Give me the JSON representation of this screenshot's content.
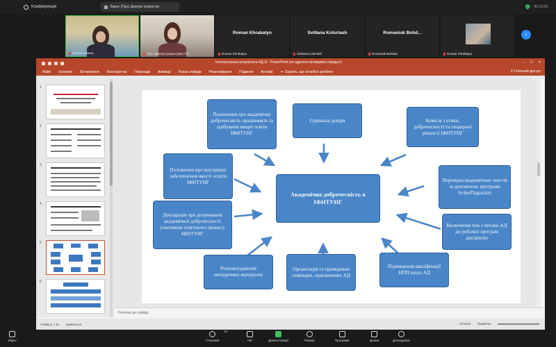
{
  "zoom": {
    "app_title": "Конференція",
    "tab_title": "Экран (Прус Дмитро (користув",
    "status_time": "00:13:29",
    "participants": [
      {
        "name": "Кузина Ксанна",
        "type": "video"
      },
      {
        "name": "Прус Дмитро (користувач ІІТ)",
        "type": "video"
      },
      {
        "name": "Roman Khrabatyn",
        "label": "Roman Khrabatyn",
        "type": "name"
      },
      {
        "name": "Svitlana Kotsrlash",
        "label": "Svitlana Koturlash",
        "type": "name"
      },
      {
        "name": "Romaniuk Bohdan",
        "label": "Romaniuk Bohd...",
        "type": "name"
      },
      {
        "name": "Roman Khrabatyn",
        "type": "photo"
      }
    ],
    "toolbar": {
      "video": "Відео",
      "participants": "Учасники",
      "participants_count": "13",
      "chat": "Чат",
      "share": "Демонстрація",
      "reactions": "Реакції",
      "apps": "Програми",
      "whiteboards": "Дошки",
      "more": "Докладніше"
    }
  },
  "powerpoint": {
    "doc_title": "Інтелектуальні результати АД 2) - PowerPoint (не вдалося активувати продукт)",
    "menu": [
      "Файл",
      "Основне",
      "Вставлення",
      "Конструктор",
      "Переходи",
      "Анімації",
      "Показ слайдів",
      "Рецензування",
      "Подання",
      "Acrobat"
    ],
    "search_placeholder": "Скажіть, що потрібно зробити",
    "share_label": "Спільний доступ",
    "notes_placeholder": "Нотатки до слайда",
    "status_left": "Слайд 5 з 15",
    "status_lang": "українська",
    "status_notes": "Нотатки",
    "status_comments": "Примітки",
    "thumbnails": [
      {
        "num": "1"
      },
      {
        "num": "2"
      },
      {
        "num": "3"
      },
      {
        "num": "4"
      },
      {
        "num": "5",
        "active": true
      },
      {
        "num": "6"
      }
    ]
  },
  "slide": {
    "center": "Академічна доброчесність в ІФНТУНГ",
    "boxes": {
      "polozhennia_akadem": "Положення про академічну доброчесність працівників та здобувачів вищої освіти ІФНТУНГ",
      "skrynka": "Скринька довіри",
      "komisiia": "Комісія з етики, доброчесності та гендерної рівності ІФНТУНГ",
      "polozhennia_vnutr": "Положення про внутрішнє забезпечення якості освіти ІФНТУНГ",
      "perevirka": "Перевірка академічних текстів за допомогою програми StrikePlagiarism",
      "deklaratsiia": "Декларація про дотримання академічної доброчесності учасником освітнього процесу ІФНТУНГ",
      "vkliuchennia": "Включення тем з питань АД до робочих програм дисциплін",
      "rozpovsiudzhennia": "Розповсюдження методичних матеріалів",
      "orhanizatsiia": "Організація та проведення семінарів, присвячених АД",
      "pidvyshchennia": "Підвищення кваліфікації НПП щодо АД"
    }
  },
  "colors": {
    "ppt_brand": "#b7472a",
    "box_fill": "#4a86c7",
    "arrow": "#4a86c7",
    "zoom_accent": "#2d8cff",
    "active_speaker": "#3fbf3f"
  }
}
